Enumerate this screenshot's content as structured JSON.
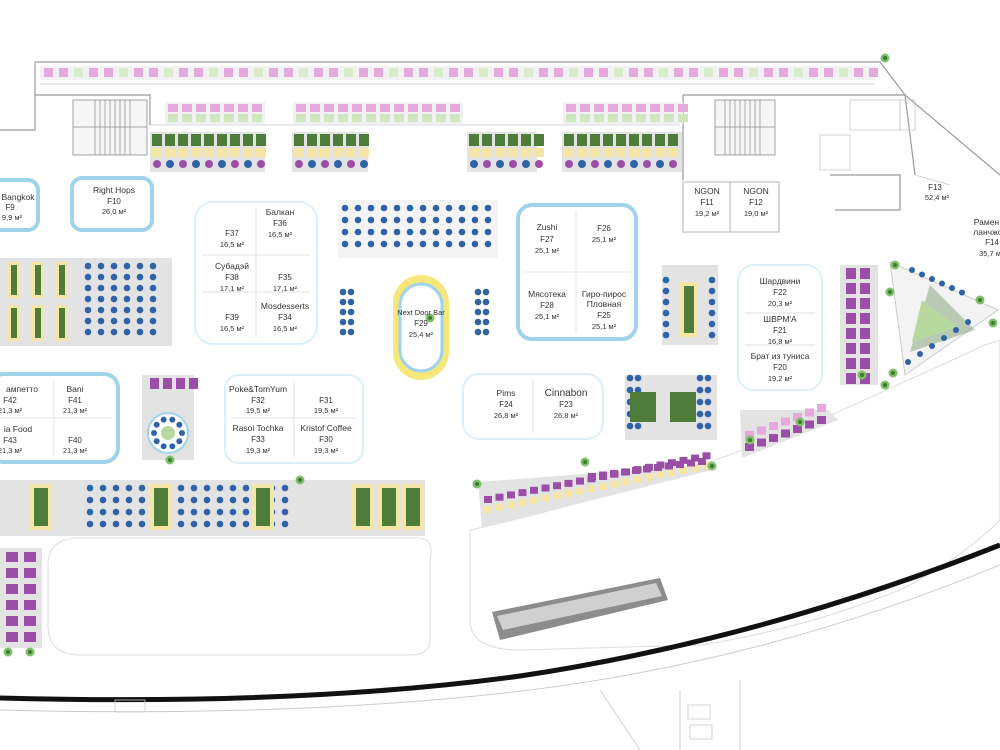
{
  "map": {
    "colors": {
      "pod_outline": "#9fd3ec",
      "seating_purple": "#9b4ea8",
      "seating_yellow": "#f3e6a6",
      "seating_green": "#4e7d3b",
      "seating_blue": "#2f63a8",
      "seating_pink": "#e5a7dc",
      "track_black": "#111111",
      "bar_yellow": "#f6e77a"
    }
  },
  "units": {
    "f9": {
      "name": "Bangkok",
      "code": "F9",
      "area": "9,9 м²"
    },
    "f10": {
      "name": "Right Hops",
      "code": "F10",
      "area": "26,0 м²"
    },
    "f11": {
      "name": "NGON",
      "code": "F11",
      "area": "19,2 м²"
    },
    "f12": {
      "name": "NGON",
      "code": "F12",
      "area": "19,0 м²"
    },
    "f13": {
      "code": "F13",
      "area": "52,4 м²"
    },
    "f14": {
      "name": "Рамен и",
      "name2": "ланчжоу",
      "code": "F14",
      "area": "35,7 м"
    },
    "f36": {
      "name": "Балкан",
      "code": "F36",
      "area": "16,5 м²"
    },
    "f37": {
      "code": "F37",
      "area": "16,5 м²"
    },
    "f38": {
      "name": "Субадэй",
      "code": "F38",
      "area": "17,1 м²"
    },
    "f35": {
      "code": "F35",
      "area": "17,1 м²"
    },
    "f39": {
      "code": "F39",
      "area": "16,5 м²"
    },
    "f34": {
      "name": "Mosdesserts",
      "code": "F34",
      "area": "16,5 м²"
    },
    "f27": {
      "name": "Zushi",
      "code": "F27",
      "area": "25,1 м²"
    },
    "f26": {
      "code": "F26",
      "area": "25,1 м²"
    },
    "f28": {
      "name": "Мясотека",
      "code": "F28",
      "area": "25,1 м²"
    },
    "f25": {
      "name": "Гиро-пирос",
      "name2": "Пловная",
      "code": "F25",
      "area": "25,1 м²"
    },
    "f29": {
      "name": "Next Door Bar",
      "code": "F29",
      "area": "25,4 м²"
    },
    "f22": {
      "name": "Шардвини",
      "code": "F22",
      "area": "20,3 м²"
    },
    "f21": {
      "name": "ШВРМ'А",
      "code": "F21",
      "area": "16,8 м²"
    },
    "f20": {
      "name": "Брат из туниса",
      "code": "F20",
      "area": "19,2 м²"
    },
    "f42": {
      "name": "ампетто",
      "code": "F42",
      "area": "21,3 м²"
    },
    "f41": {
      "name": "Bani",
      "code": "F41",
      "area": "21,3 м²"
    },
    "f43": {
      "name": "ia Food",
      "code": "F43",
      "area": "21,3 м²"
    },
    "f40": {
      "code": "F40",
      "area": "21,3 м²"
    },
    "f32": {
      "name": "Poke&TomYum",
      "code": "F32",
      "area": "19,5 м²"
    },
    "f31": {
      "code": "F31",
      "area": "19,5 м²"
    },
    "f33": {
      "name": "Rasoi Tochka",
      "code": "F33",
      "area": "19,3 м²"
    },
    "f30": {
      "name": "Kristof Coffee",
      "code": "F30",
      "area": "19,3 м²"
    },
    "f24": {
      "name": "Pims",
      "code": "F24",
      "area": "26,8 м²"
    },
    "f23": {
      "name": "Cinnabon",
      "code": "F23",
      "area": "26,8 м²"
    }
  }
}
